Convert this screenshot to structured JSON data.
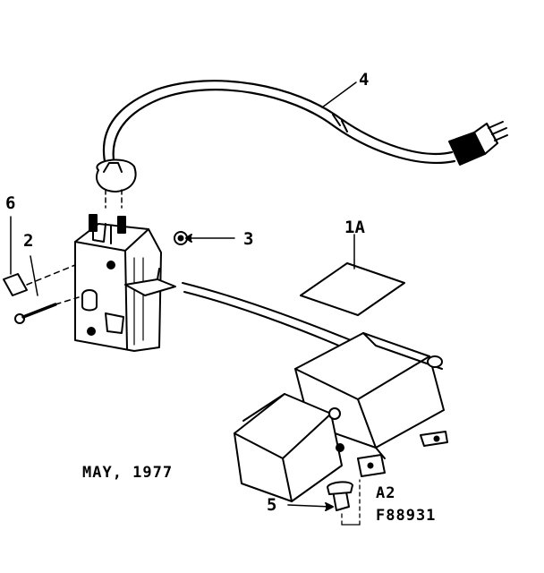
{
  "callouts": {
    "part_1a": "1A",
    "part_2": "2",
    "part_3": "3",
    "part_4": "4",
    "part_5": "5",
    "part_6": "6"
  },
  "captions": {
    "date": "MAY, 1977",
    "ref_a2": "A2",
    "ref_figure": "F88931"
  }
}
